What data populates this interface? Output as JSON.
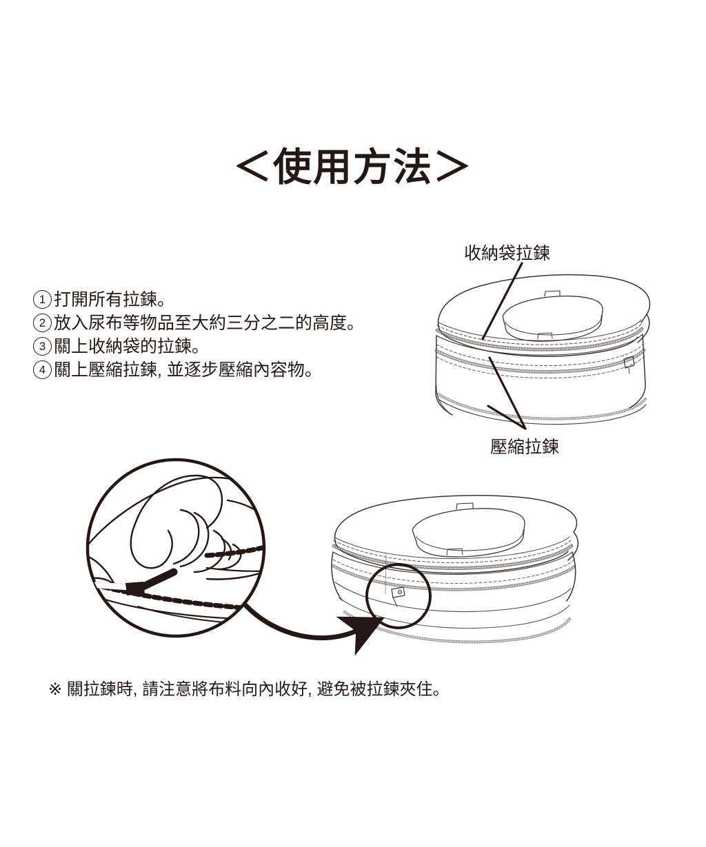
{
  "document": {
    "title": "＜使用方法＞",
    "background_color": "#ffffff",
    "ink_color": "#231815"
  },
  "steps": [
    {
      "number": "1",
      "text": "打開所有拉鍊。"
    },
    {
      "number": "2",
      "text": "放入尿布等物品至大約三分之二的高度。"
    },
    {
      "number": "3",
      "text": "關上收納袋的拉鍊。"
    },
    {
      "number": "4",
      "text": "關上壓縮拉鍊, 並逐步壓縮內容物。"
    }
  ],
  "callouts": {
    "storage_zipper": "收納袋拉鍊",
    "compression_zipper": "壓縮拉鍊"
  },
  "footnote": {
    "text": "※ 關拉鍊時, 請注意將布料向內收好, 避免被拉鍊夾住。"
  },
  "illustrations": {
    "top_bag": "packing-cube-open-zippers",
    "detail_circle": "hand-pulling-zipper-slider",
    "bottom_bag": "packing-cube-compressed",
    "arrow": "curved-arrow-detail-to-bag"
  }
}
